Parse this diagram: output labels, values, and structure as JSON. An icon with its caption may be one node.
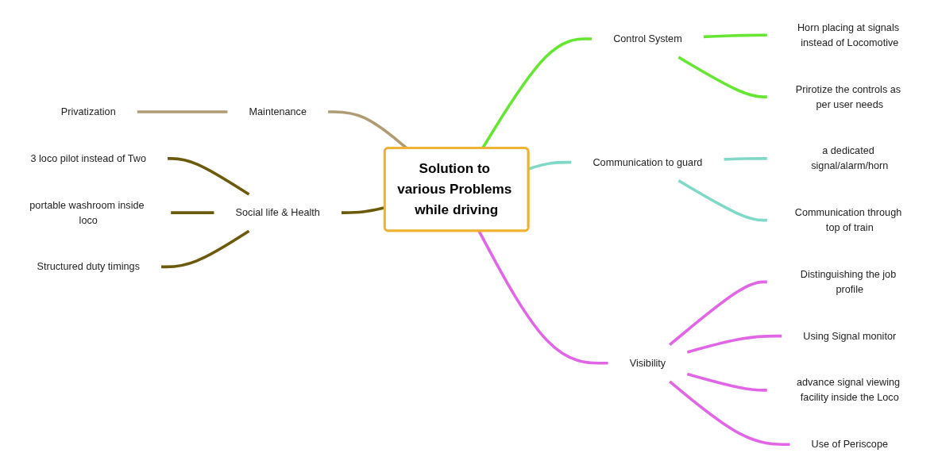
{
  "diagram": {
    "nodes": [
      {
        "text": [
          "Solution to various Problems while driving"
        ]
      },
      {
        "text": [
          "Maintenance"
        ]
      },
      {
        "text": [
          "Privatization"
        ]
      },
      {
        "text": [
          "Control System"
        ]
      },
      {
        "text": [
          "Horn placing at signals instead of Locomotive"
        ]
      },
      {
        "text": [
          "Prirotize the controls as per user needs"
        ]
      },
      {
        "text": [
          "Communication to guard"
        ]
      },
      {
        "text": [
          "a dedicated signal/alarm/horn"
        ]
      },
      {
        "text": [
          "Communication through top of train"
        ]
      },
      {
        "text": [
          "Visibility"
        ]
      },
      {
        "text": [
          "Distinguishing the job profile"
        ]
      },
      {
        "text": [
          "Using Signal monitor"
        ]
      },
      {
        "text": [
          "advance signal viewing facility inside the Loco"
        ]
      },
      {
        "text": [
          "Use of Periscope"
        ]
      },
      {
        "text": [
          "Social life & Health"
        ]
      },
      {
        "text": [
          "3 loco pilot instead of Two"
        ]
      },
      {
        "text": [
          "portable washroom inside loco"
        ]
      },
      {
        "text": [
          "Structured duty timings"
        ]
      }
    ],
    "edges": [
      {
        "from": 2,
        "to": 1,
        "arrow": "none",
        "color": "#b09c74"
      },
      {
        "from": 1,
        "to": 0,
        "arrow": "none",
        "color": "#b09c74"
      },
      {
        "from": 0,
        "to": 3,
        "arrow": "none",
        "color": "#66e633"
      },
      {
        "from": 3,
        "to": 4,
        "arrow": "none",
        "color": "#66e633"
      },
      {
        "from": 3,
        "to": 5,
        "arrow": "none",
        "color": "#66e633"
      },
      {
        "from": 0,
        "to": 6,
        "arrow": "none",
        "color": "#80d8c8"
      },
      {
        "from": 6,
        "to": 7,
        "arrow": "none",
        "color": "#80d8c8"
      },
      {
        "from": 6,
        "to": 8,
        "arrow": "none",
        "color": "#80d8c8"
      },
      {
        "from": 0,
        "to": 9,
        "arrow": "none"
      },
      {
        "from": 9,
        "to": 10,
        "arrow": "none"
      },
      {
        "from": 9,
        "to": 11,
        "arrow": "none"
      },
      {
        "from": 9,
        "to": 12,
        "arrow": "none"
      },
      {
        "from": 9,
        "to": 13,
        "arrow": "none"
      },
      {
        "from": 15,
        "to": 14,
        "arrow": "none",
        "color": "#6b5a0c"
      },
      {
        "from": 16,
        "to": 14,
        "arrow": "none",
        "color": "#6b5a0c"
      },
      {
        "from": 17,
        "to": 14,
        "arrow": "none",
        "color": "#6b5a0c"
      },
      {
        "from": 14,
        "to": 0,
        "arrow": "none",
        "color": "#6b5a0c"
      }
    ]
  }
}
